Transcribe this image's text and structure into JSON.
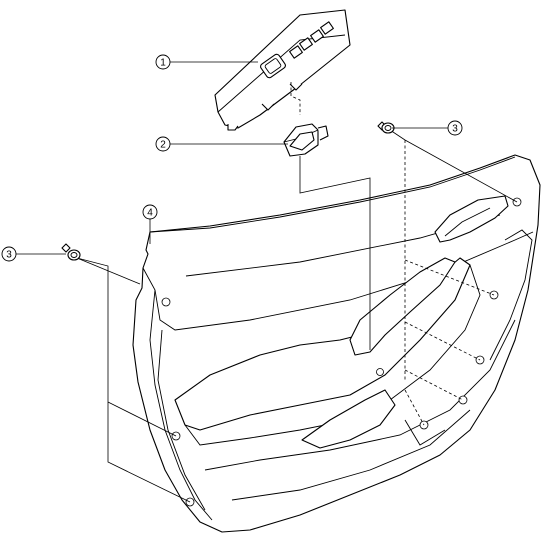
{
  "callouts": [
    {
      "id": "1",
      "label": "1"
    },
    {
      "id": "2",
      "label": "2"
    },
    {
      "id": "3a",
      "label": "3"
    },
    {
      "id": "4",
      "label": "4"
    },
    {
      "id": "3b",
      "label": "3"
    }
  ],
  "colors": {
    "line": "#000000",
    "background": "#ffffff"
  }
}
